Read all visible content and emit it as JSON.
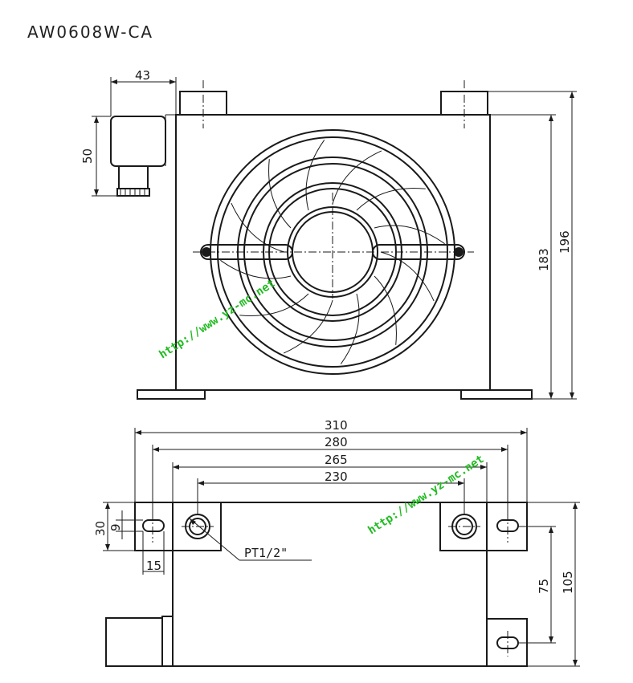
{
  "title": "AW0608W-CA",
  "front_view": {
    "dims": {
      "motor_width": "43",
      "motor_height": "50",
      "inner_height": "183",
      "overall_height": "196"
    }
  },
  "top_view": {
    "dims": {
      "w310": "310",
      "w280": "280",
      "w265": "265",
      "w230": "230",
      "d30": "30",
      "d9": "9",
      "d15": "15",
      "d75": "75",
      "d105": "105"
    },
    "port_label": "PT1/2\""
  },
  "watermarks": [
    "http://www.yz-mc.net",
    "http://www.yz-mc.net"
  ],
  "colors": {
    "line": "#1a1a1a",
    "watermark": "#22bb22"
  }
}
